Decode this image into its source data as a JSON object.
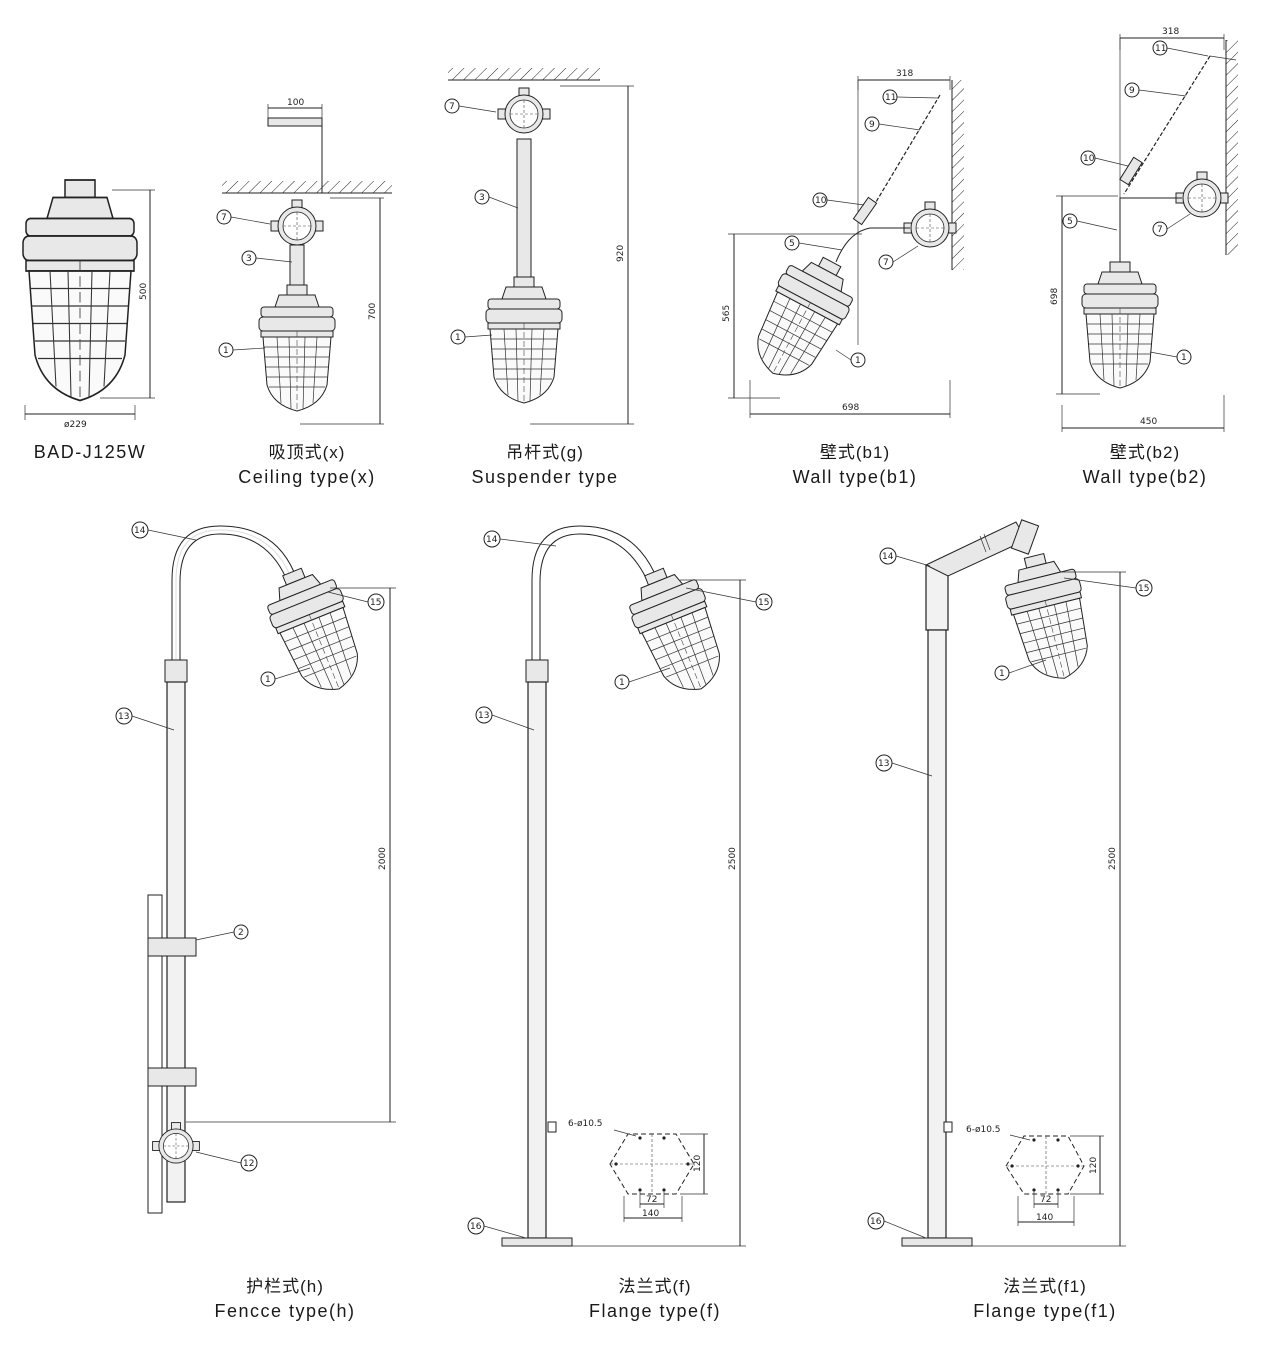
{
  "figures": [
    {
      "id": "bad-j125w",
      "cn": "",
      "en": "BAD-J125W",
      "dims": [
        "500",
        "ø229"
      ],
      "callouts": []
    },
    {
      "id": "ceiling",
      "cn": "吸顶式(x)",
      "en": "Ceiling type(x)",
      "dims": [
        "100",
        "700"
      ],
      "callouts": [
        "7",
        "3",
        "1"
      ]
    },
    {
      "id": "suspender",
      "cn": "吊杆式(g)",
      "en": "Suspender type",
      "dims": [
        "920"
      ],
      "callouts": [
        "7",
        "3",
        "1"
      ]
    },
    {
      "id": "wall-b1",
      "cn": "壁式(b1)",
      "en": "Wall type(b1)",
      "dims": [
        "318",
        "565",
        "698"
      ],
      "callouts": [
        "11",
        "9",
        "10",
        "5",
        "7",
        "1"
      ]
    },
    {
      "id": "wall-b2",
      "cn": "壁式(b2)",
      "en": "Wall type(b2)",
      "dims": [
        "318",
        "698",
        "450"
      ],
      "callouts": [
        "11",
        "9",
        "10",
        "5",
        "7",
        "1"
      ]
    },
    {
      "id": "fence",
      "cn": "护栏式(h)",
      "en": "Fencce type(h)",
      "dims": [
        "2000"
      ],
      "callouts": [
        "14",
        "15",
        "1",
        "13",
        "2",
        "12"
      ]
    },
    {
      "id": "flange-f",
      "cn": "法兰式(f)",
      "en": "Flange type(f)",
      "dims": [
        "2500",
        "6-ø10.5",
        "120",
        "72",
        "140"
      ],
      "callouts": [
        "14",
        "15",
        "1",
        "13",
        "16"
      ]
    },
    {
      "id": "flange-f1",
      "cn": "法兰式(f1)",
      "en": "Flange type(f1)",
      "dims": [
        "2500",
        "6-ø10.5",
        "120",
        "72",
        "140"
      ],
      "callouts": [
        "14",
        "15",
        "1",
        "13",
        "16"
      ]
    }
  ]
}
